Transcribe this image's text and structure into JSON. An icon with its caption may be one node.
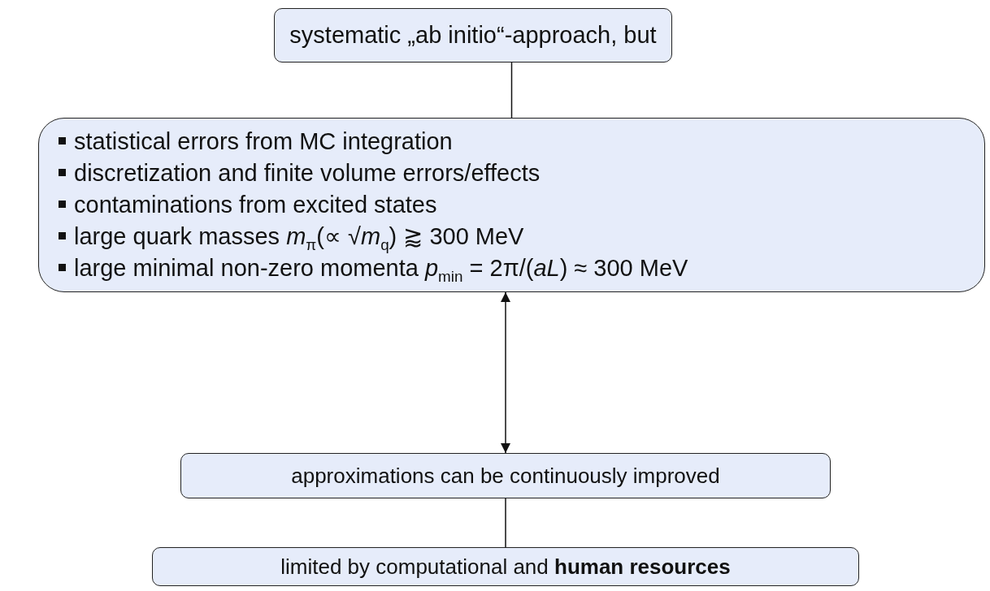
{
  "diagram": {
    "nodes": [
      {
        "text": [
          "systematic „ab initio“-approach, but"
        ]
      },
      {
        "text": [
          "statistical errors from MC integration",
          "discretization and finite volume errors/effects",
          "contaminations from excited states",
          "large quark masses *m*$_{π}$(∝ √*m*$_{q}$) ⪆ 300 MeV",
          "large minimal non-zero momenta *p*$_{min}$ = 2π/(*aL*) ≈ 300 MeV"
        ]
      },
      {
        "text": [
          "approximations can be continuously improved"
        ]
      },
      {
        "text": [
          "limited by computational and **human resources**"
        ]
      }
    ],
    "edges": [
      {
        "from": 0,
        "to": 1,
        "arrow": "none"
      },
      {
        "from": 1,
        "to": 2,
        "arrow": "both"
      },
      {
        "from": 2,
        "to": 3,
        "arrow": "none"
      }
    ]
  }
}
